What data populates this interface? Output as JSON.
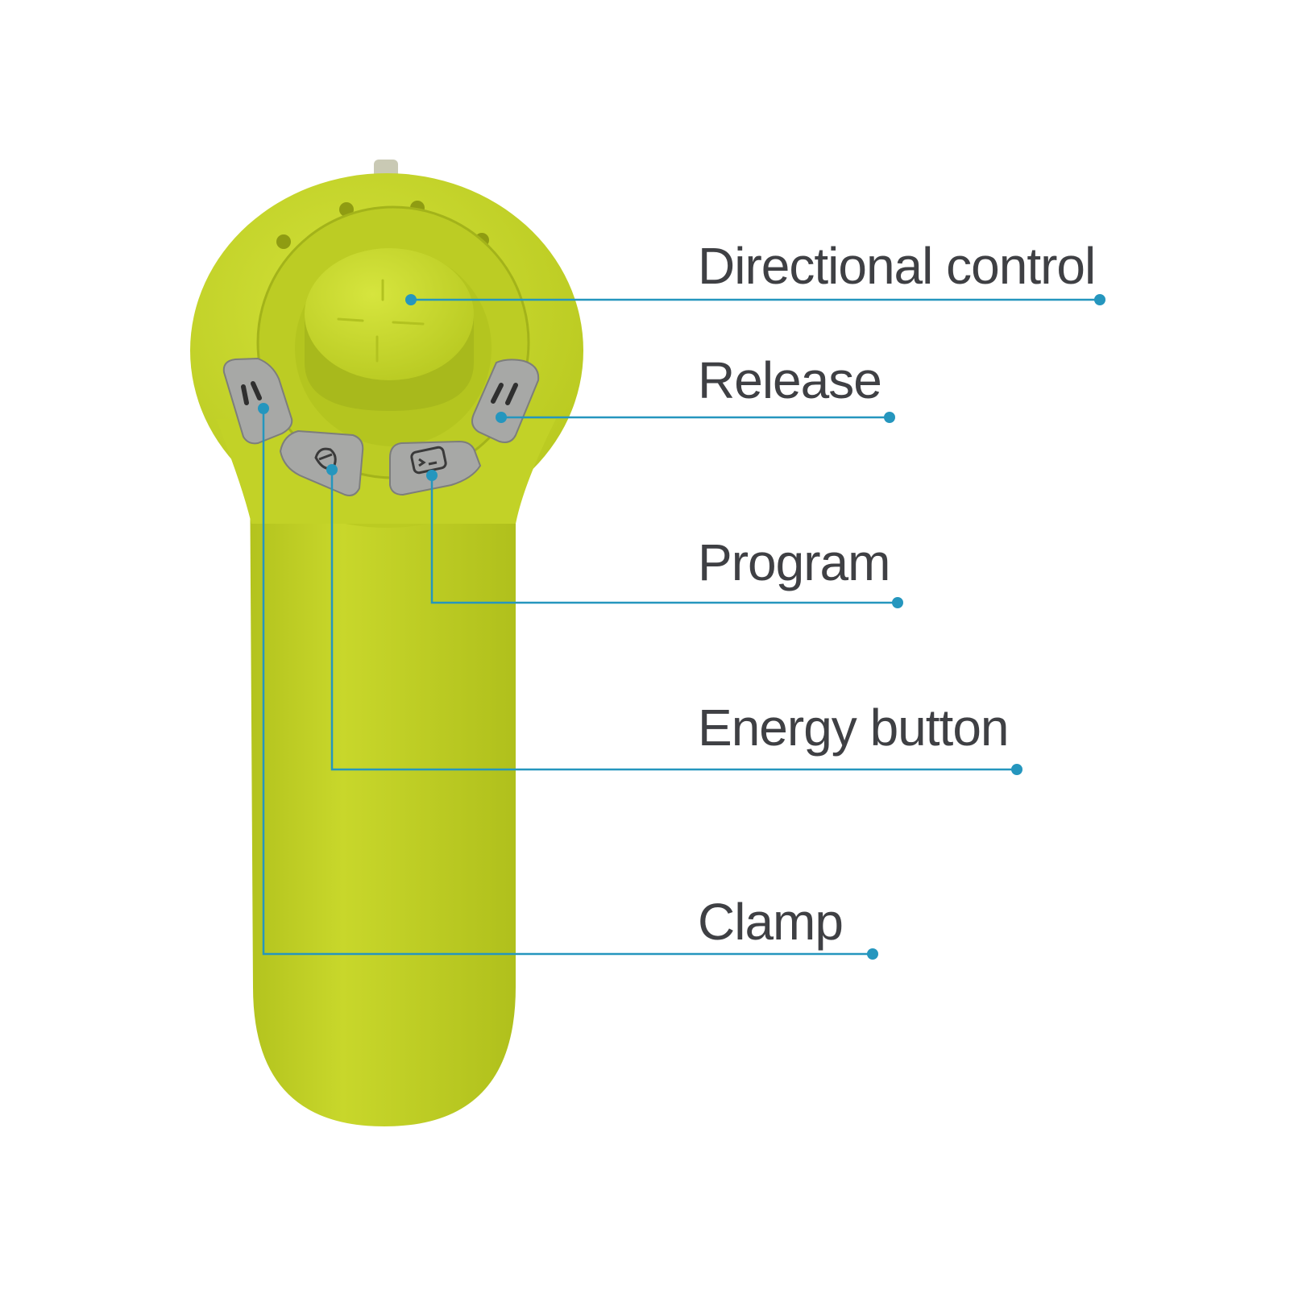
{
  "labels": {
    "directional_control": "Directional control",
    "release": "Release",
    "program": "Program",
    "energy_button": "Energy button",
    "clamp": "Clamp"
  },
  "colors": {
    "body": "#c6d62a",
    "body_shadow": "#a9ba1f",
    "button_gray": "#a7a8a6",
    "callout": "#2596be",
    "label_text": "#3f4044"
  },
  "icons": {
    "joystick": "joystick-cross-icon",
    "clamp": "double-slash-left-icon",
    "energy": "energy-leaf-icon",
    "program": "program-terminal-icon",
    "release": "double-slash-right-icon"
  }
}
